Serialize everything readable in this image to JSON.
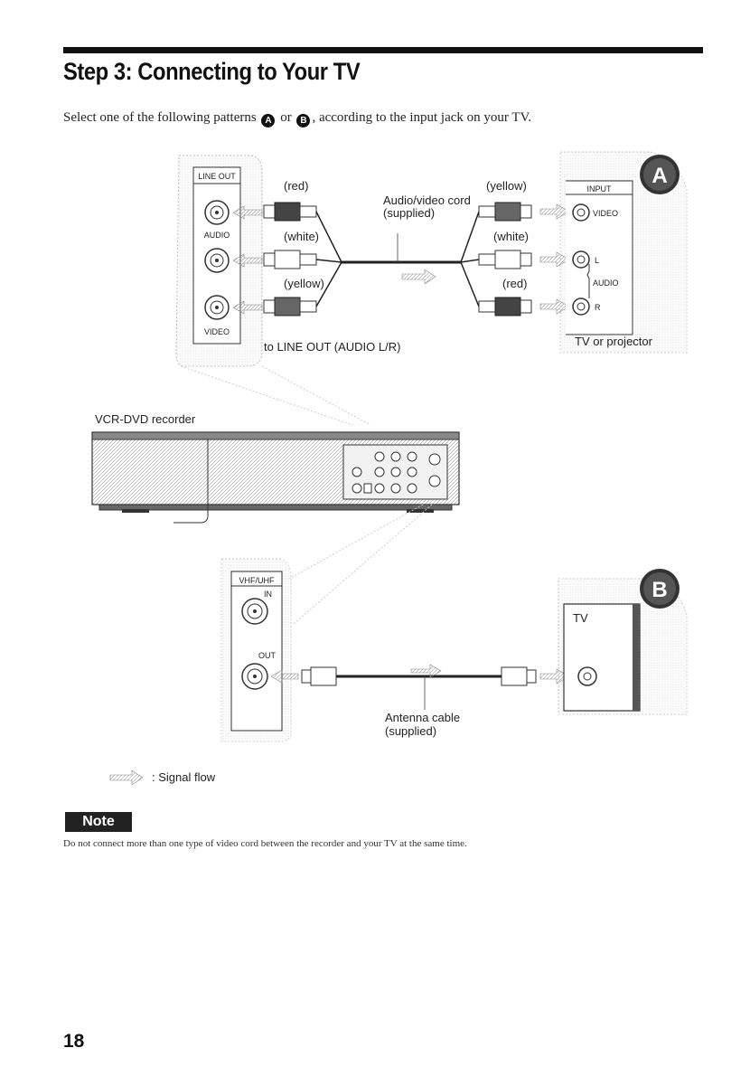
{
  "page": {
    "title": "Step 3: Connecting to Your TV",
    "intro_before": "Select one of the following patterns ",
    "intro_or": " or ",
    "intro_after": ", according to the input jack on your TV.",
    "pattern_a": "A",
    "pattern_b": "B",
    "page_number": "18"
  },
  "diagram_a": {
    "badge": "A",
    "line_out_label": "LINE OUT",
    "audio_label": "AUDIO",
    "video_label": "VIDEO",
    "left_red": "(red)",
    "left_white": "(white)",
    "left_yellow": "(yellow)",
    "cord_label": "Audio/video cord",
    "cord_supplied": "(supplied)",
    "right_yellow": "(yellow)",
    "right_white": "(white)",
    "right_red": "(red)",
    "input_label": "INPUT",
    "tv_video": "VIDEO",
    "tv_l": "L",
    "tv_audio": "AUDIO",
    "tv_r": "R",
    "to_line_out": "to LINE OUT (AUDIO L/R)",
    "tv_projector": "TV or projector"
  },
  "recorder": {
    "label": "VCR-DVD recorder"
  },
  "diagram_b": {
    "badge": "B",
    "vhf_uhf": "VHF/UHF",
    "in_label": "IN",
    "out_label": "OUT",
    "tv_label": "TV",
    "antenna_cable": "Antenna cable",
    "antenna_supplied": "(supplied)"
  },
  "legend": {
    "signal_flow": ": Signal flow"
  },
  "note": {
    "heading": "Note",
    "text": "Do not connect more than one type of video cord between the recorder and your TV at the same time."
  }
}
